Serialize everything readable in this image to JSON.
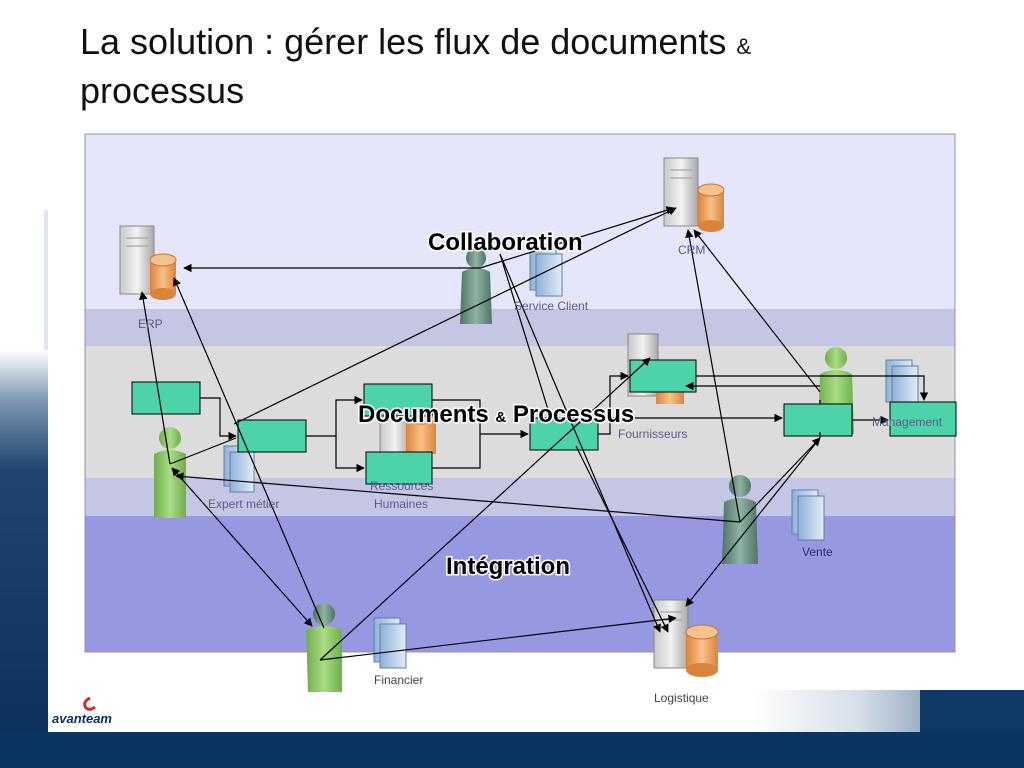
{
  "slide": {
    "title_main": "La solution : gérer les flux de documents",
    "title_amp": "&",
    "title_end": "processus"
  },
  "diagram": {
    "band_collaboration": "Collaboration",
    "band_documents": "Documents",
    "band_amp": "&",
    "band_processus": "Processus",
    "band_integration": "Intégration",
    "labels": {
      "crm": "CRM",
      "erp": "ERP",
      "service_client": "Service Client",
      "fournisseurs": "Fournisseurs",
      "management": "Management",
      "expert_metier": "Expert métier",
      "ressources_line1": "Ressources",
      "ressources_line2": "Humaines",
      "vente": "Vente",
      "financier": "Financier",
      "logistique": "Logistique"
    }
  },
  "colors": {
    "band_top": "#e6e6fb",
    "band_mid": "#dcdcdc",
    "band_sep": "#c4c6e4",
    "band_bottom": "#9898e2",
    "process_box": "#4dd3a9",
    "person": "#8dc86a",
    "person_dark": "#5f8f7c",
    "server_db": "#f0a860",
    "footer_navy": "#0b3561"
  },
  "brand": {
    "logo_text": "avanteam",
    "logo_icon": "avanteam-swirl-icon"
  }
}
